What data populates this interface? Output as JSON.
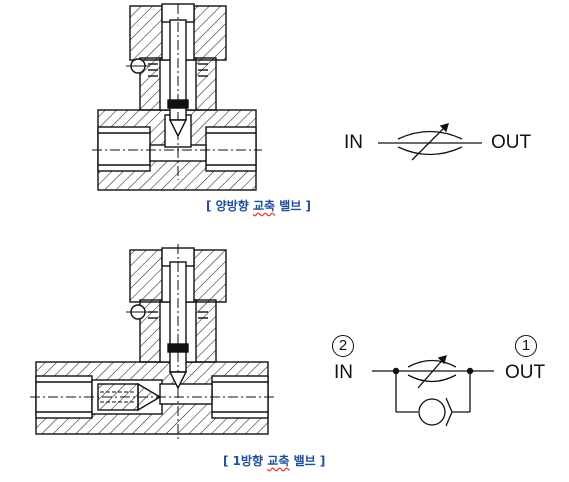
{
  "top": {
    "caption_open": "[ ",
    "caption_a": "양방향",
    "caption_b": "교축",
    "caption_c": "밸브",
    "caption_close": " ]",
    "in_label": "IN",
    "out_label": "OUT"
  },
  "bottom": {
    "caption_open": "[ ",
    "caption_a": "1방향",
    "caption_b": "교축",
    "caption_c": "밸브",
    "caption_close": " ]",
    "in_num": "2",
    "out_num": "1",
    "in_label": "IN",
    "out_label": "OUT"
  }
}
